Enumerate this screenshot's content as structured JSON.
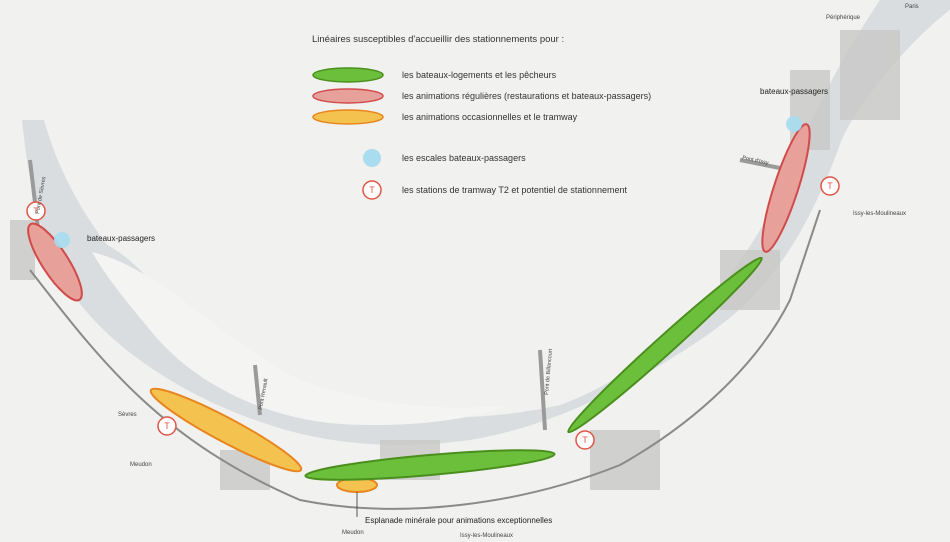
{
  "legend": {
    "title": "Linéaires susceptibles d'accueillir des stationnements pour :",
    "items": [
      {
        "label": "les bateaux-logements et les pêcheurs",
        "color": "#6cbf3a"
      },
      {
        "label": "les animations régulières (restaurations et bateaux-passagers)",
        "color": "#e8a19a"
      },
      {
        "label": "les animations occasionnelles et le tramway",
        "color": "#f3c24f"
      },
      {
        "label": "les escales bateaux-passagers",
        "color": "#a9dcef"
      },
      {
        "label": "les stations de tramway T2 et potentiel de stationnement",
        "color": "#e05545",
        "symbol": "T"
      }
    ]
  },
  "callouts": {
    "bateaux_left": "bateaux-passagers",
    "bateaux_right": "bateaux-passagers",
    "esplanade": "Esplanade minérale pour animations exceptionnelles"
  },
  "places": {
    "paris": "Paris",
    "peripherique": "Périphérique",
    "issy_right": "Issy-les-Moulineaux",
    "issy_bottom": "Issy-les-Moulineaux",
    "sevres": "Sèvres",
    "meudon_left": "Meudon",
    "meudon_bottom": "Meudon"
  },
  "bridges": {
    "sevres": "Pont de Sèvres",
    "seguin": "Pont Renault",
    "billancourt": "Pont de Billancourt",
    "issy": "Pont d'Issy"
  },
  "tram_symbol": "T",
  "colors": {
    "river": "#d9dde0",
    "island": "#f4f4f2",
    "green": "#6cbf3a",
    "red": "#e8a19a",
    "yellow": "#f3c24f",
    "blue": "#a9dcef",
    "tram": "#e05545"
  }
}
